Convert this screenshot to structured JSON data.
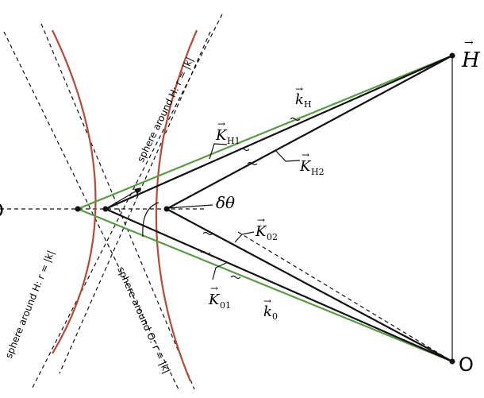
{
  "diagram": {
    "colors": {
      "green": "#5b9a45",
      "red": "#b84a35",
      "ink": "#111111"
    },
    "labels": {
      "H_point": "H",
      "O_point": "O",
      "k_H": "k",
      "k_H_sub": "H",
      "K_H1": "K",
      "K_H1_sub": "H1",
      "K_H2": "K",
      "K_H2_sub": "H2",
      "K_02": "K",
      "K_02_sub": "02",
      "K_01": "K",
      "K_01_sub": "01",
      "k_0": "k",
      "k_0_sub": "0",
      "delta_theta": "δθ",
      "sphere_H_upper": "sphere around H: r = |k|",
      "sphere_H_lower": "sphere around H: r = |k|",
      "sphere_O": "sphere around O: r = |k|",
      "left_cut": "O"
    }
  }
}
